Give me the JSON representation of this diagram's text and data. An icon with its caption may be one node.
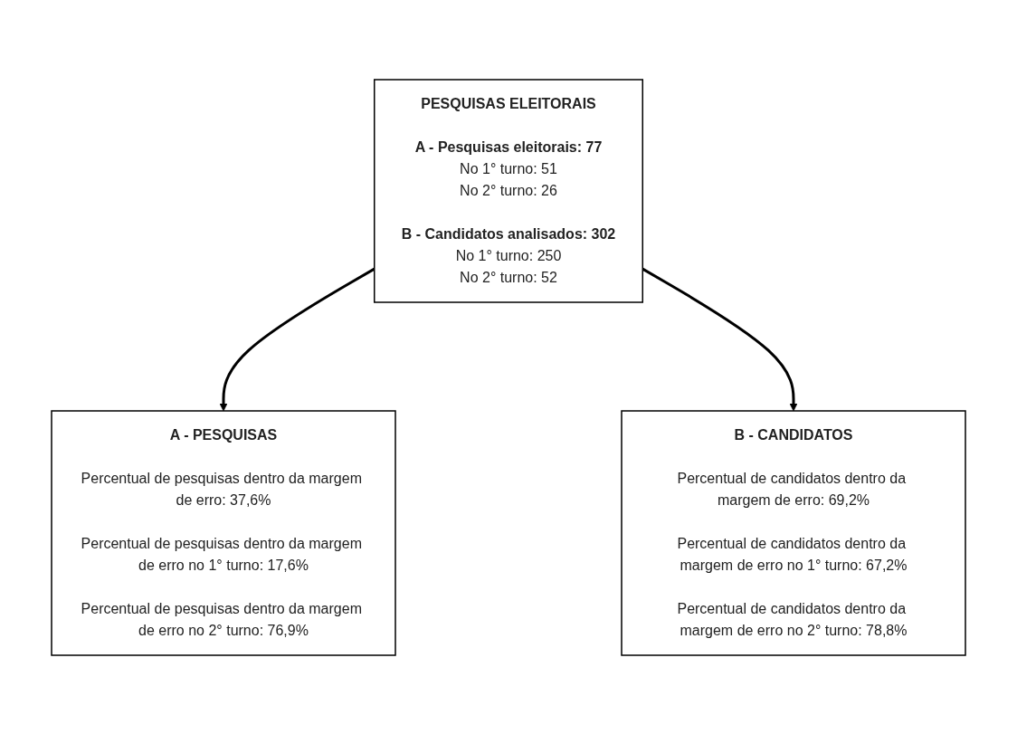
{
  "diagram": {
    "nodes": [
      {
        "text": [
          "PESQUISAS ELEITORAIS",
          "A - Pesquisas eleitorais: 77",
          "No 1° turno: 51",
          "No 2° turno: 26",
          "B - Candidatos analisados: 302",
          "No 1° turno: 250",
          "No 2° turno: 52"
        ]
      },
      {
        "text": [
          "A - PESQUISAS",
          "Percentual de pesquisas dentro da margem de erro: 37,6%",
          "Percentual de pesquisas dentro da margem de erro no 1° turno: 17,6%",
          "Percentual de pesquisas dentro da margem de erro no 2° turno: 76,9%"
        ]
      },
      {
        "text": [
          "B - CANDIDATOS",
          "Percentual de candidatos dentro da margem de erro: 69,2%",
          "Percentual de candidatos dentro da margem de erro no 1° turno: 67,2%",
          "Percentual de candidatos dentro da margem de erro no 2° turno: 78,8%"
        ]
      }
    ],
    "edges": [
      {
        "from": 0,
        "to": 1,
        "arrow": "to"
      },
      {
        "from": 0,
        "to": 2,
        "arrow": "to"
      }
    ]
  }
}
